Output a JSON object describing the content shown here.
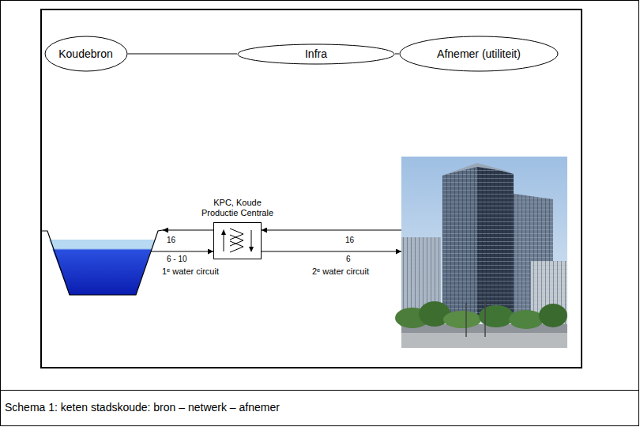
{
  "diagram": {
    "caption": "Schema 1: keten stadskoude: bron – netwerk – afnemer",
    "nodes": [
      {
        "text": [
          "Koudebron"
        ]
      },
      {
        "text": [
          "Infra"
        ]
      },
      {
        "text": [
          "Afnemer (utiliteit)"
        ]
      },
      {
        "text": [
          "KPC, Koude Productie Centrale"
        ]
      }
    ],
    "edges": [
      {
        "from": 0,
        "to": 1,
        "arrow": "none"
      },
      {
        "from": 1,
        "to": 2,
        "arrow": "none"
      }
    ],
    "labels": [
      "16",
      "6 - 10",
      "1ᵉ water circuit",
      "16",
      "6",
      "2ᵉ water circuit"
    ]
  }
}
